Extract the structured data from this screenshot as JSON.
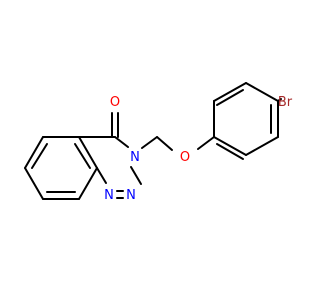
{
  "molecule": {
    "atoms": {
      "carbonyl_oxygen": "O",
      "triazine_n3": "N",
      "triazine_n2": "N",
      "triazine_n1": "N",
      "ether_oxygen": "O",
      "bromine": "Br"
    }
  },
  "colors": {
    "bond": "#000000",
    "oxygen": "#ff0000",
    "nitrogen": "#0000ff",
    "bromine": "#a52a2a"
  }
}
